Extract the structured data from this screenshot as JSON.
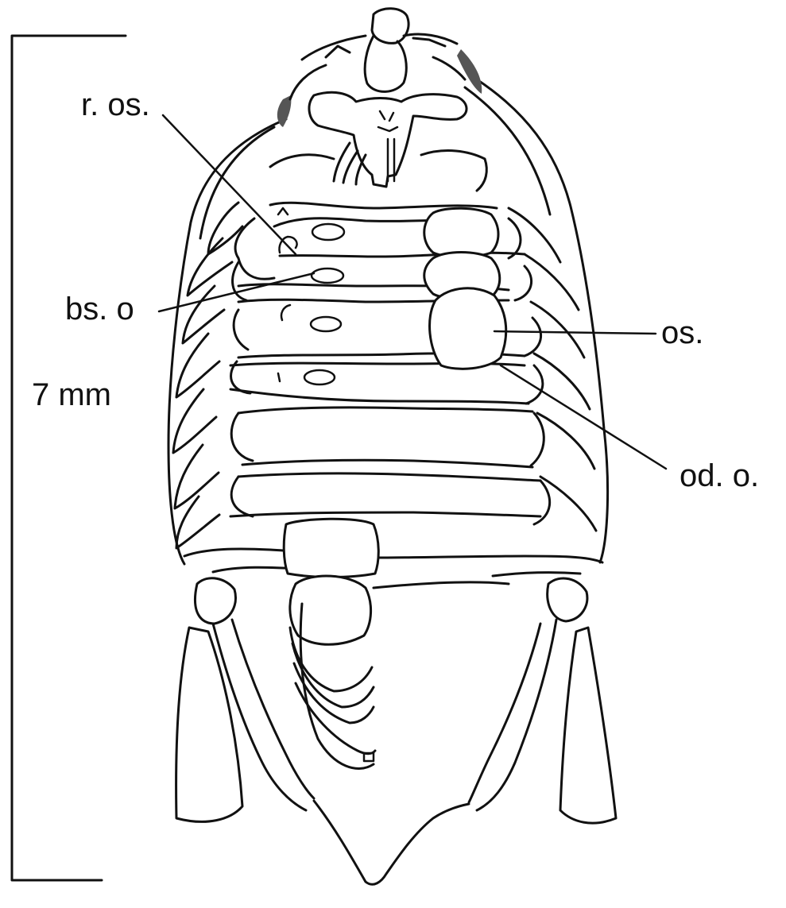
{
  "figure": {
    "scale_label": "7 mm",
    "labels": {
      "r_os": "r. os.",
      "bs_o": "bs. o",
      "os": "os.",
      "od_o": "od. o."
    }
  },
  "colors": {
    "ink": "#111111",
    "paper": "#ffffff",
    "shading": "#555555"
  }
}
